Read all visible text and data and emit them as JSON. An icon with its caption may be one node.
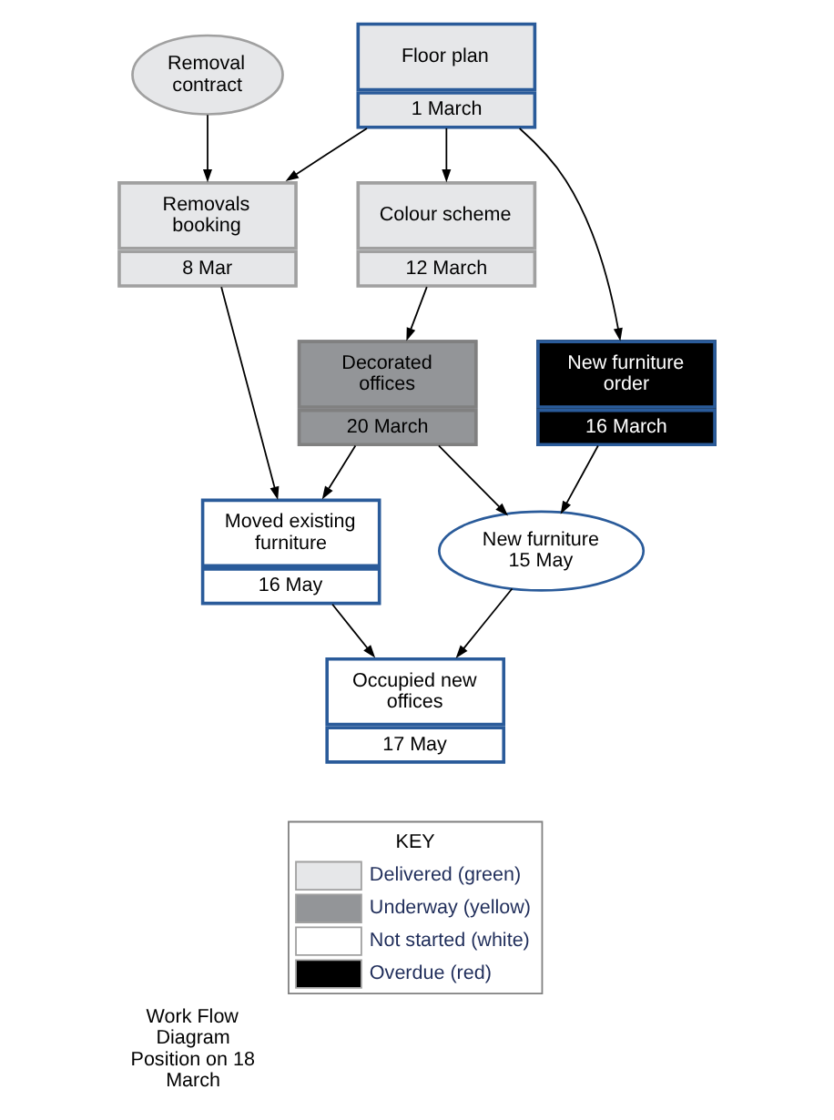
{
  "diagram": {
    "caption": "Work Flow Diagram Position on 18 March",
    "nodes": [
      {
        "text": [
          "Removal contract"
        ]
      },
      {
        "text": [
          "Floor plan",
          "1 March"
        ]
      },
      {
        "text": [
          "Removals booking",
          "8 Mar"
        ]
      },
      {
        "text": [
          "Colour scheme",
          "12 March"
        ]
      },
      {
        "text": [
          "New furniture order",
          "16 March"
        ]
      },
      {
        "text": [
          "Decorated offices",
          "20 March"
        ]
      },
      {
        "text": [
          "Moved existing furniture",
          "16 May"
        ]
      },
      {
        "text": [
          "New furniture",
          "15 May"
        ]
      },
      {
        "text": [
          "Occupied new offices",
          "17 May"
        ]
      }
    ],
    "edges": [
      {
        "from": 0,
        "to": 2,
        "arrow": "to"
      },
      {
        "from": 1,
        "to": 2,
        "arrow": "to"
      },
      {
        "from": 1,
        "to": 3,
        "arrow": "to"
      },
      {
        "from": 1,
        "to": 4,
        "arrow": "to"
      },
      {
        "from": 3,
        "to": 5,
        "arrow": "to"
      },
      {
        "from": 2,
        "to": 6,
        "arrow": "to"
      },
      {
        "from": 5,
        "to": 6,
        "arrow": "to"
      },
      {
        "from": 5,
        "to": 7,
        "arrow": "to"
      },
      {
        "from": 4,
        "to": 7,
        "arrow": "to"
      },
      {
        "from": 6,
        "to": 8,
        "arrow": "to"
      },
      {
        "from": 7,
        "to": 8,
        "arrow": "to"
      }
    ],
    "labels": [
      "KEY"
    ],
    "legend": [
      {
        "text": "Delivered (green)",
        "color": "#e6e7e9"
      },
      {
        "text": "Underway (yellow)",
        "color": "#939598"
      },
      {
        "text": "Not started (white)",
        "color": "#ffffff"
      },
      {
        "text": "Overdue (red)",
        "color": "#000000"
      }
    ]
  }
}
